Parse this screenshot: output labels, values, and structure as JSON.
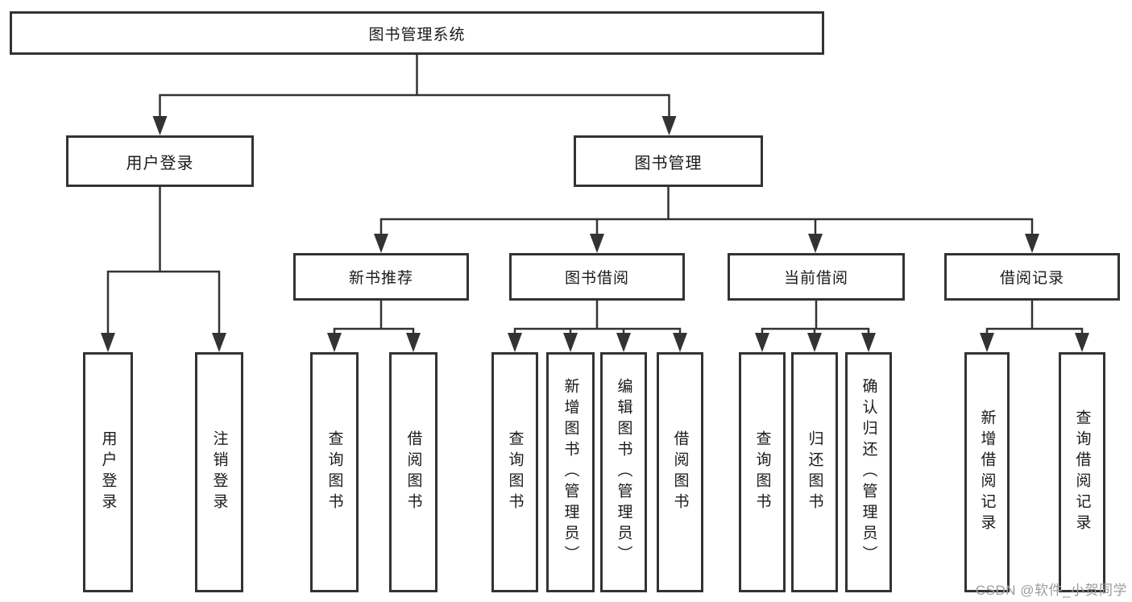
{
  "colors": {
    "line": "#333333",
    "text": "#1a1a1a",
    "background": "#ffffff",
    "watermark": "#9c9c9c"
  },
  "diagram": {
    "root": {
      "label": "图书管理系统"
    },
    "level2": {
      "user_login": {
        "label": "用户登录"
      },
      "book_mgmt": {
        "label": "图书管理"
      }
    },
    "level3": {
      "new_books": {
        "label": "新书推荐"
      },
      "book_borrow": {
        "label": "图书借阅"
      },
      "current_borrow": {
        "label": "当前借阅"
      },
      "borrow_records": {
        "label": "借阅记录"
      }
    },
    "leaves": {
      "user_login_leaf": {
        "label": "用户登录"
      },
      "logout": {
        "label": "注销登录"
      },
      "query_books_recommend": {
        "label": "查询图书"
      },
      "borrow_books_recommend": {
        "label": "借阅图书"
      },
      "query_books_borrow": {
        "label": "查询图书"
      },
      "add_books_admin": {
        "label": "新增图书（管理员）"
      },
      "edit_books_admin": {
        "label": "编辑图书（管理员）"
      },
      "borrow_books_borrow": {
        "label": "借阅图书"
      },
      "query_books_current": {
        "label": "查询图书"
      },
      "return_books": {
        "label": "归还图书"
      },
      "confirm_return_admin": {
        "label": "确认归还（管理员）"
      },
      "add_borrow_record": {
        "label": "新增借阅记录"
      },
      "query_borrow_record": {
        "label": "查询借阅记录"
      }
    }
  },
  "watermark": {
    "text": "CSDN @软件_小贺同学"
  }
}
